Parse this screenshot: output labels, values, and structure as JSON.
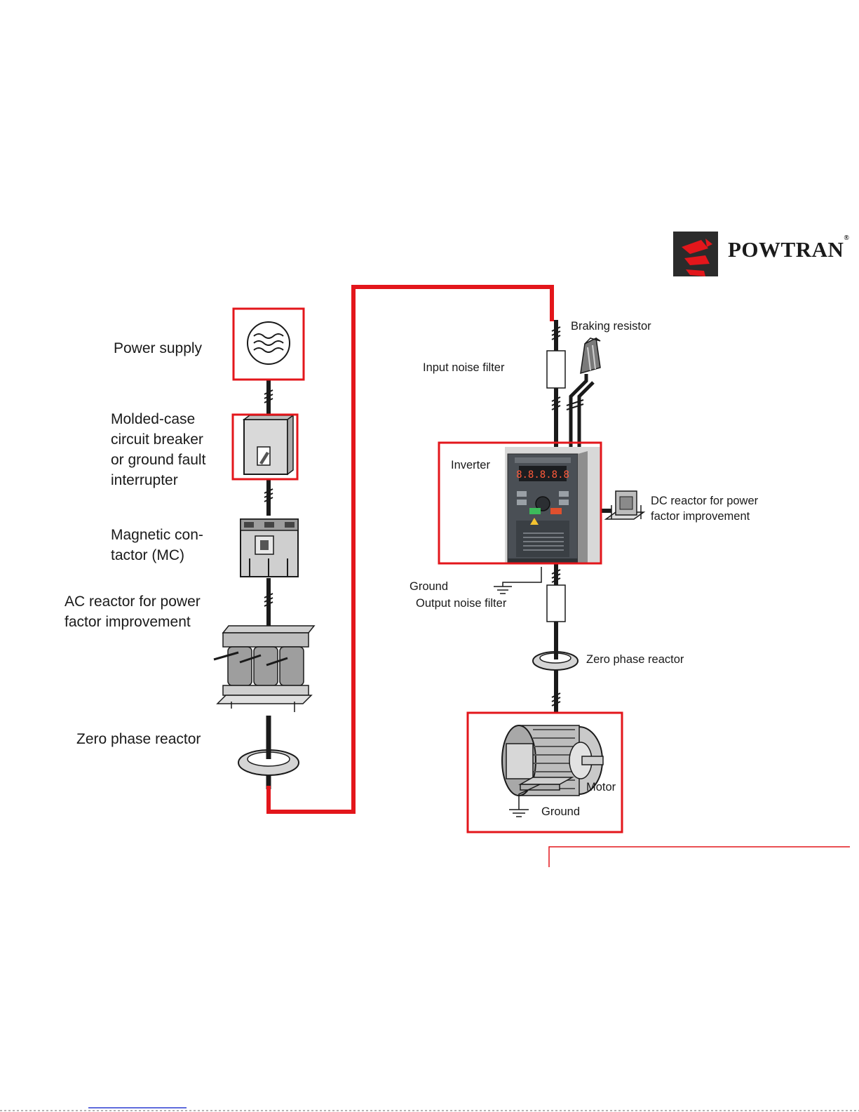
{
  "logo": {
    "brand": "POWTRAN",
    "mark": "®"
  },
  "labels": {
    "power_supply": "Power supply",
    "mccb": "Molded-case\ncircuit breaker\nor ground fault\ninterrupter",
    "mc": "Magnetic con-\ntactor (MC)",
    "ac_reactor": "AC reactor for power\nfactor improvement",
    "zero_phase_left": "Zero phase reactor",
    "braking_resistor": "Braking resistor",
    "input_filter": "Input noise filter",
    "inverter": "Inverter",
    "dc_reactor": "DC reactor for power\nfactor improvement",
    "ground_inverter": "Ground",
    "output_filter": "Output noise filter",
    "zero_phase_right": "Zero phase reactor",
    "motor": "Motor",
    "ground_motor": "Ground"
  },
  "inverter_display": "8.8.8.8.8",
  "colors": {
    "highlight": "#e3161b",
    "ink": "#1a1a1a",
    "panel": "#4a4f55"
  },
  "icons": [
    "power-supply-icon",
    "circuit-breaker-icon",
    "magnetic-contactor-icon",
    "ac-reactor-icon",
    "zero-phase-reactor-icon",
    "braking-resistor-icon",
    "noise-filter-icon",
    "inverter-icon",
    "dc-reactor-icon",
    "ground-icon",
    "motor-icon"
  ]
}
